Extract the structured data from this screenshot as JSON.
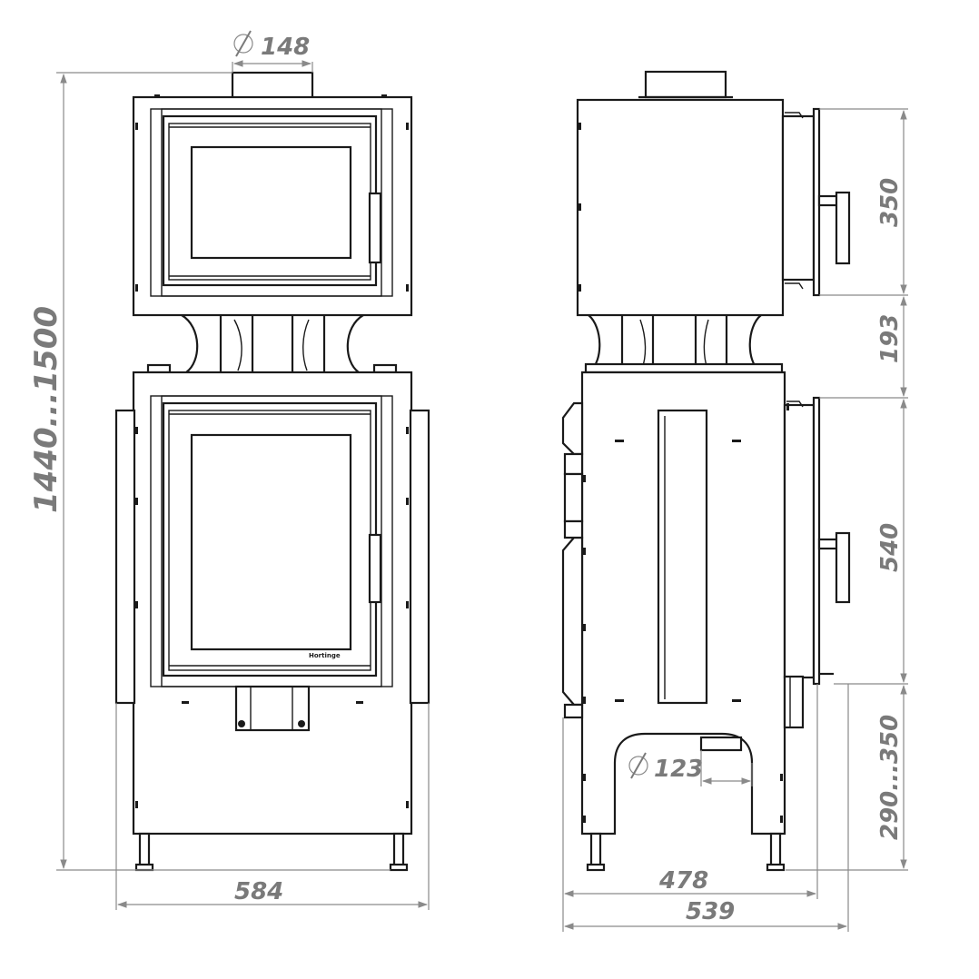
{
  "dimensions": {
    "flue_front": "148",
    "total_height": "1440...1500",
    "width_front": "584",
    "upper_door": "350",
    "gap": "193",
    "lower_door": "540",
    "base": "290...350",
    "flue_side": "123",
    "depth_inner": "478",
    "depth_total": "539"
  },
  "brand_plate": "Hortinge"
}
